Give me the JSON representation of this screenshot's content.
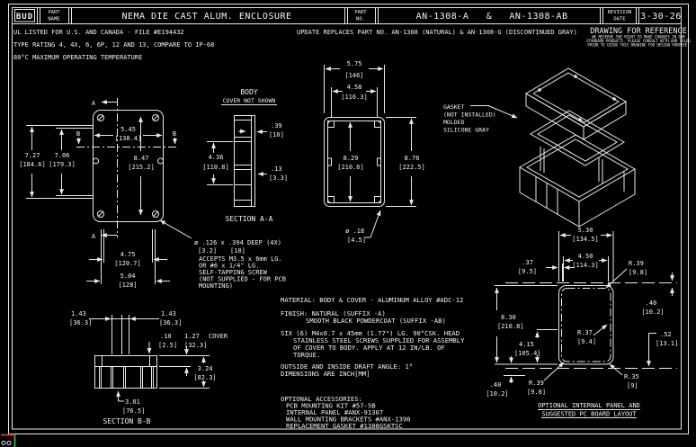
{
  "colors": {
    "background": "#000000",
    "line": "#e9e9e9",
    "text": "#f2f2f2",
    "ucs_x_axis": "#d03030",
    "ucs_y_axis": "#2fa63a"
  },
  "header": {
    "logo": "BUD",
    "part_name_label_1": "PART",
    "part_name_label_2": "NAME",
    "title": "NEMA DIE CAST ALUM. ENCLOSURE",
    "part_no_label_1": "PART",
    "part_no_label_2": "NO.",
    "part_no_a": "AN-1308-A",
    "ampersand": "&",
    "part_no_b": "AN-1308-AB",
    "revision_label_1": "REVISION",
    "revision_label_2": "DATE",
    "revision_date": "3-30-26"
  },
  "notes": {
    "ul": "UL LISTED FOR U.S. AND CANADA - FILE #E194432",
    "update": "UPDATE REPLACES PART NO. AN-1308 (NATURAL) & AN-1308-G (DISCONTINUED GRAY)",
    "type_rating": "TYPE RATING 4, 4X, 6, 6P, 12 AND 13, COMPARE TO IP-68",
    "temperature": "80°C MAXIMUM OPERATING TEMPERATURE"
  },
  "reference": {
    "title": "DRAWING FOR REFERENCE",
    "l1": "WE RESERVE THE RIGHT TO MAKE CHANGES IN OUR",
    "l2": "STANDARD PRODUCTS. PLEASE CONSULT WITH OUR SALES",
    "l3": "PRIOR TO USING THIS DRAWING FOR DESIGN PURPOSE."
  },
  "cover_view": {
    "marker_a": "A",
    "marker_b": "B",
    "d1": "7.27",
    "d1m": "[184.6]",
    "d2": "7.06",
    "d2m": "[179.3]",
    "d3": "5.45",
    "d3m": "[138.4]",
    "d4": "8.47",
    "d4m": "[215.2]",
    "d5": "4.75",
    "d5m": "[120.7]",
    "d6": "5.04",
    "d6m": "[128]"
  },
  "pcb_note": {
    "l1": "ø .126 x .394 DEEP (4X)",
    "l2a": "[3.2]",
    "l2b": "[10]",
    "l3": "ACCEPTS M3.5 x 6mm LG.",
    "l4": "OR #6 x 1/4\" LG.",
    "l5": "SELF-TAPPING SCREW",
    "l6": "(NOT SUPPLIED - FOR PCB",
    "l7": "MOUNTING)"
  },
  "section_aa": {
    "title": "BODY",
    "subtitle": "COVER NOT SHOWN",
    "label": "SECTION A-A",
    "d1": ".39",
    "d1m": "[10]",
    "d2": "4.36",
    "d2m": "[110.8]",
    "d3": ".13",
    "d3m": "[3.3]"
  },
  "body_view": {
    "d1": "5.75",
    "d1m": "[146]",
    "d2": "4.58",
    "d2m": "[116.3]",
    "d3": "8.29",
    "d3m": "[210.6]",
    "d4": "8.76",
    "d4m": "[222.5]",
    "d5": "ø .18",
    "d5m": "[4.5]"
  },
  "gasket_label": {
    "l1": "GASKET",
    "l2": "(NOT INSTALLED)",
    "l3": "MOLDED",
    "l4": "SILICONE GRAY"
  },
  "section_bb": {
    "d1": "1.43",
    "d1m": "[36.3]",
    "d2": "1.43",
    "d2m": "[36.3]",
    "d3": ".10",
    "d3m": "[2.5]",
    "d4": "1.27",
    "d4_label": "COVER",
    "d4m": "[32.3]",
    "d5": "3.24",
    "d5m": "[82.3]",
    "d6": "3.01",
    "d6m": "[76.5]",
    "label": "SECTION B-B"
  },
  "specs": {
    "l1": "MATERIAL: BODY & COVER - ALUMINUM ALLOY #ADC-12",
    "l2": "FINISH: NATURAL (SUFFIX -A)",
    "l3": "SMOOTH BLACK POWDERCOAT (SUFFIX -AB)",
    "l4": "SIX (6) M4x0.7 x 45mm (1.77\") LG. 90°CSK. HEAD",
    "l5": "STAINLESS STEEL SCREWS SUPPLIED FOR ASSEMBLY",
    "l6": "OF COVER TO BODY. APPLY AT 12 IN/LB. OF",
    "l7": "TORQUE.",
    "l8": "OUTSIDE AND INSIDE DRAFT ANGLE: 1°",
    "l9": "DIMENSIONS ARE INCH[MM]"
  },
  "accessories": {
    "title": "OPTIONAL ACCESSORIES:",
    "l1": "PCB MOUNTING KIT #57-5B",
    "l2": "INTERNAL PANEL #ANX-91307",
    "l3": "WALL MOUNTING BRACKETS #ANX-1390",
    "l4": "REPLACEMENT GASKET #1308GSKTSC"
  },
  "panel_layout": {
    "d1": "5.30",
    "d1m": "[134.5]",
    "d2": "4.50",
    "d2m": "[114.3]",
    "d3": ".37",
    "d3m": "[9.5]",
    "d4": "R.39",
    "d4m": "[9.8]",
    "d5": ".40",
    "d5m": "[10.2]",
    "d6": "8.30",
    "d6m": "[210.8]",
    "d7": "4.15",
    "d7m": "[105.4]",
    "d8": ".40",
    "d8m": "[10.2]",
    "d9": "R.39",
    "d9m": "[9.8]",
    "d10": "R.37",
    "d10m": "[9.4]",
    "d11": "R.35",
    "d11m": "[9]",
    "d12": ".52",
    "d12m": "[13.1]",
    "cap1": "OPTIONAL INTERNAL PANEL AND",
    "cap2": "SUGGESTED PC BOARD LAYOUT"
  }
}
